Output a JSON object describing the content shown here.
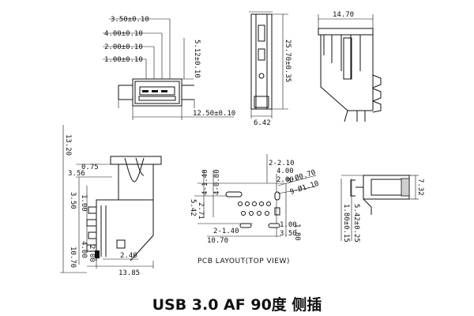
{
  "title": "USB 3.0 AF 90度 侧插",
  "pcb_caption": "PCB LAYOUT(TOP VIEW)",
  "front_view": {
    "dims": [
      "3.50±0.10",
      "4.00±0.10",
      "2.00±0.10",
      "1.00±0.10",
      "5.12±0.10",
      "12.50±0.10"
    ]
  },
  "side_view": {
    "dims": [
      "25.70±0.35",
      "6.42"
    ]
  },
  "back_view": {
    "dims": [
      "14.70"
    ]
  },
  "bottom_view": {
    "dims": [
      "13.20",
      "0.75",
      "3.56",
      "3.50",
      "1.00",
      "4.00",
      "10.70",
      "2.00",
      "2.40",
      "13.85"
    ]
  },
  "pcb_layout": {
    "dims": [
      "2-2.10",
      "4-1.40",
      "4-0.80",
      "4.00",
      "2.00",
      "9-Ø0.70",
      "9-Ø1.10",
      "5.42",
      "2.71",
      "2-1.40",
      "1.00",
      "10.70",
      "3.50",
      "1.80"
    ]
  },
  "end_view": {
    "dims": [
      "7.32",
      "1.80±0.15",
      "5.42±0.25"
    ]
  }
}
